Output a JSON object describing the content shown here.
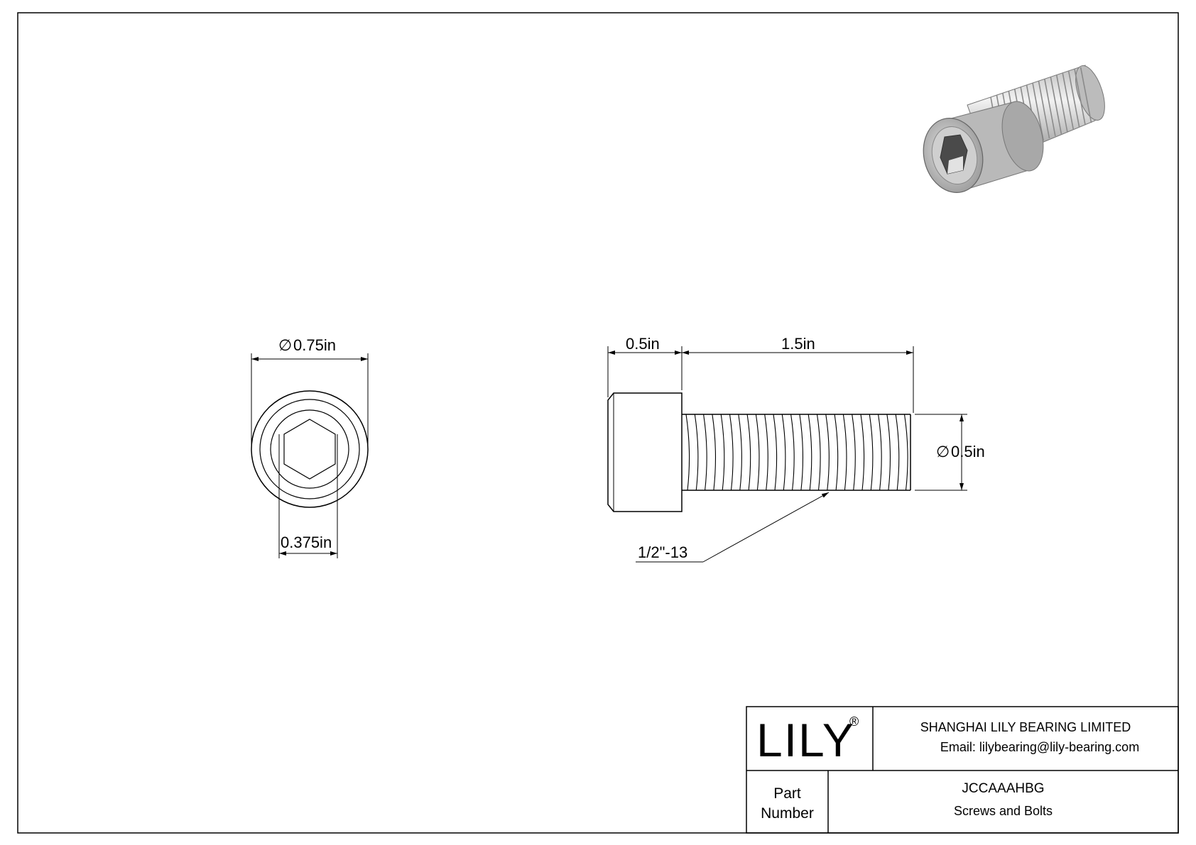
{
  "drawing": {
    "front_view": {
      "head_diameter": "0.75in",
      "socket_size": "0.375in"
    },
    "side_view": {
      "head_height": "0.5in",
      "length": "1.5in",
      "thread_diameter": "0.5in",
      "thread_spec": "1/2\"-13"
    },
    "diameter_symbol": "∅"
  },
  "title_block": {
    "logo_text": "LILY",
    "logo_mark": "®",
    "company": "SHANGHAI LILY BEARING LIMITED",
    "email": "Email: lilybearing@lily-bearing.com",
    "part_label_line1": "Part",
    "part_label_line2": "Number",
    "part_number": "JCCAAAHBG",
    "category": "Screws and Bolts"
  },
  "colors": {
    "line": "#000000",
    "metal_light": "#d8d8d8",
    "metal_dark": "#8c8c8c"
  }
}
